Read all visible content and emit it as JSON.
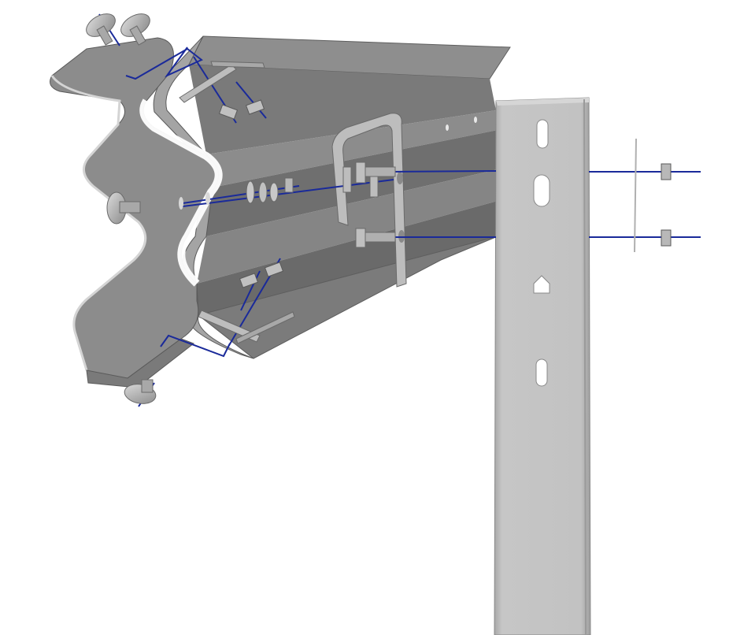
{
  "diagram": {
    "view": "exploded-assembly",
    "background_color": "#ffffff",
    "components": [
      {
        "id": "w-beam-rail-front",
        "icon": "w-beam-rail-icon"
      },
      {
        "id": "w-beam-rail-back",
        "icon": "w-beam-rail-icon"
      },
      {
        "id": "u-bracket",
        "icon": "u-bracket-icon"
      },
      {
        "id": "steel-post",
        "icon": "post-icon"
      },
      {
        "id": "splice-bolts",
        "icon": "bolt-icon"
      },
      {
        "id": "hex-bolts",
        "icon": "bolt-icon"
      },
      {
        "id": "nuts",
        "icon": "nut-icon"
      },
      {
        "id": "washer-plates",
        "icon": "washer-plate-icon"
      }
    ],
    "colors": {
      "rail_light": "#b8b8b8",
      "rail_mid": "#8f8f8f",
      "rail_dark": "#6e6e6e",
      "post_face": "#c4c4c4",
      "post_side": "#a9a9a9",
      "bolt": "#b0b0b0",
      "assembly_line": "#1a2a9a"
    }
  }
}
